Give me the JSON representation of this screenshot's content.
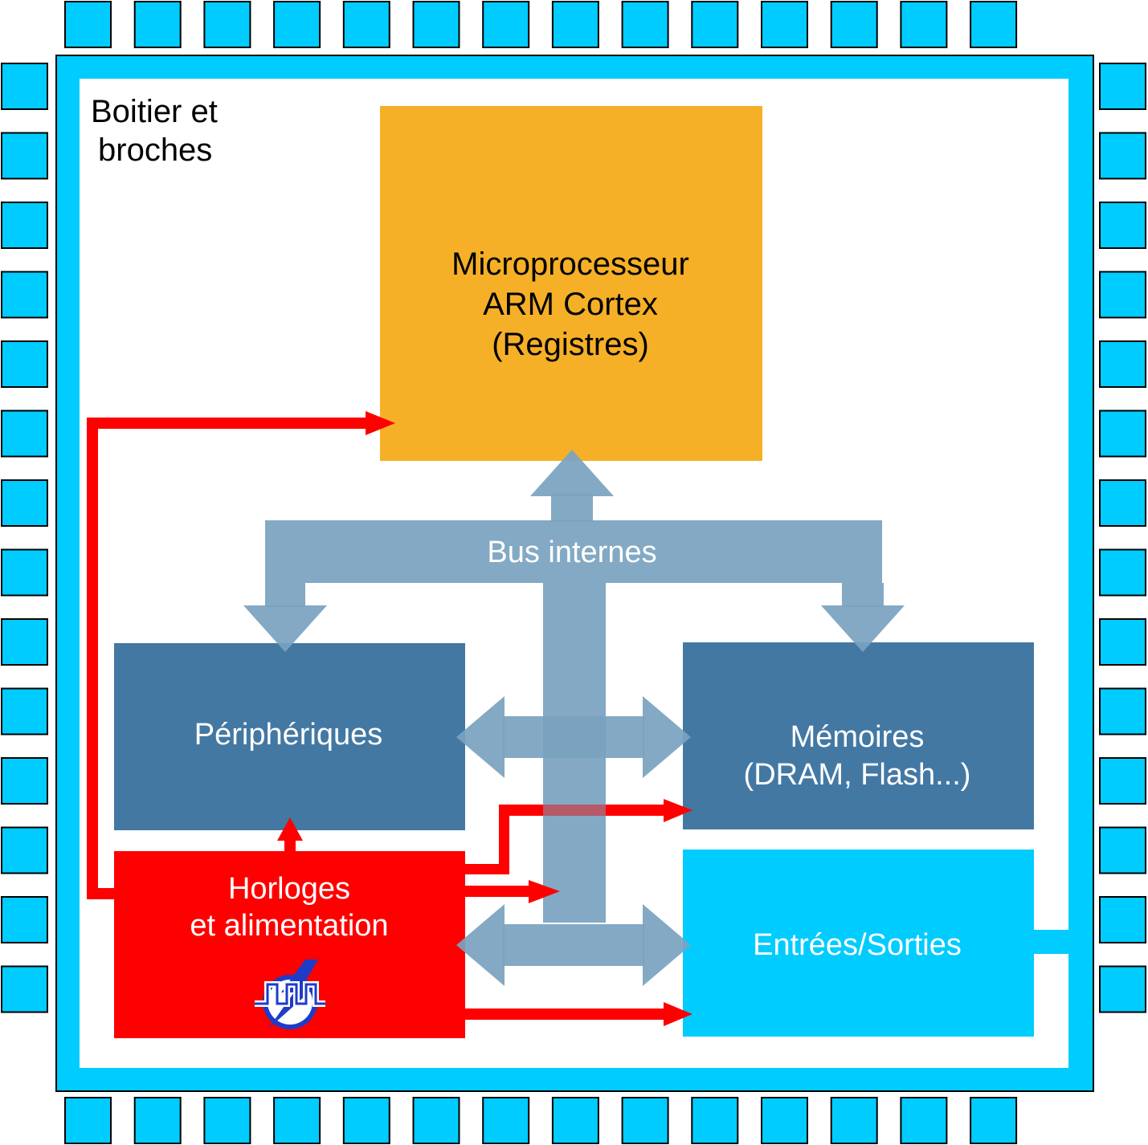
{
  "package": {
    "label_line1": "Boitier et",
    "label_line2": "broches",
    "pin_count_per_side": 14
  },
  "blocks": {
    "cpu": {
      "line1": "Microprocesseur",
      "line2": "ARM Cortex",
      "line3": "(Registres)"
    },
    "bus": {
      "label": "Bus internes"
    },
    "peripherals": {
      "label": "Périphériques"
    },
    "memories": {
      "line1": "Mémoires",
      "line2": "(DRAM, Flash...)"
    },
    "clock_power": {
      "line1": "Horloges",
      "line2": "et alimentation",
      "icon": "clock-power-icon"
    },
    "io": {
      "label": "Entrées/Sorties"
    }
  },
  "colors": {
    "pin": "#00ccff",
    "package_border": "#00ccff",
    "cpu": "#f5b027",
    "bus": "#7aa2c0",
    "peripherals": "#4378a3",
    "memories": "#4378a3",
    "clock_power": "#ff0000",
    "io": "#00ccff",
    "clock_lines": "#ff0000"
  }
}
